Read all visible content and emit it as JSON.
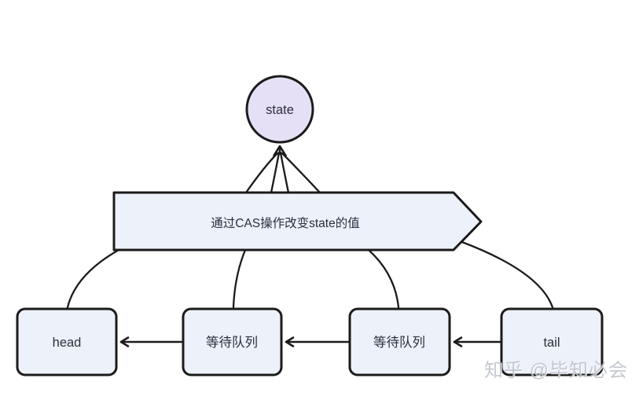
{
  "diagram": {
    "state_node": {
      "label": "state"
    },
    "banner": {
      "label": "通过CAS操作改变state的值"
    },
    "boxes": [
      {
        "label": "head"
      },
      {
        "label": "等待队列"
      },
      {
        "label": "等待队列"
      },
      {
        "label": "tail"
      }
    ]
  },
  "watermark": {
    "text": "知乎 @毕知必会"
  },
  "colors": {
    "stroke": "#1b1b1b",
    "circle_fill": "#e6e0f7",
    "box_fill": "#edf1fa",
    "label_text": "#2b2f3a",
    "watermark_text": "#bdc0c7"
  }
}
